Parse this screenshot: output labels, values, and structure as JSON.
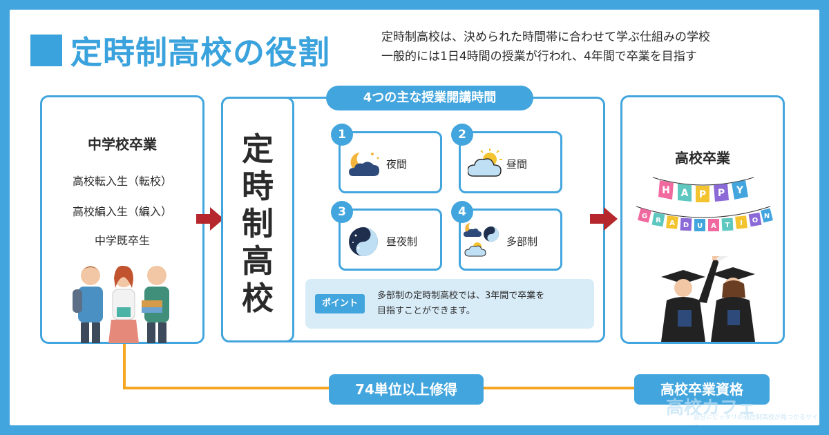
{
  "title": "定時制高校の役割",
  "subtitle_lines": [
    "定時制高校は、決められた時間帯に合わせて学ぶ仕組みの学校",
    "一般的には1日4時間の授業が行われ、4年間で卒業を目指す"
  ],
  "left": {
    "heading": "中学校卒業",
    "items": [
      "高校転入生（転校）",
      "高校編入生（編入）",
      "中学既卒生"
    ]
  },
  "middle": {
    "vertical_label": [
      "定",
      "時",
      "制",
      "高",
      "校"
    ],
    "header": "4つの主な授業開講時間",
    "periods": [
      {
        "num": "1",
        "label": "夜間",
        "icon": "night-icon"
      },
      {
        "num": "2",
        "label": "昼間",
        "icon": "day-icon"
      },
      {
        "num": "3",
        "label": "昼夜制",
        "icon": "day-night-icon"
      },
      {
        "num": "4",
        "label": "多部制",
        "icon": "multi-part-icon"
      }
    ],
    "point_badge": "ポイント",
    "point_lines": [
      "多部制の定時制高校では、3年間で卒業を",
      "目指すことができます。"
    ]
  },
  "right": {
    "heading": "高校卒業",
    "banner_letters_top": [
      "H",
      "A",
      "P",
      "P",
      "Y"
    ],
    "banner_letters_bottom": [
      "G",
      "R",
      "A",
      "D",
      "U",
      "A",
      "T",
      "I",
      "O",
      "N"
    ]
  },
  "bottom": {
    "credits": "74単位以上修得",
    "qualification": "高校卒業資格"
  },
  "watermark": {
    "text": "高校カフェ",
    "tagline": "自分にピッタリの通信制高校が見つかるサイト"
  },
  "colors": {
    "brand": "#42a5dd",
    "arrow": "#b5272d",
    "orange": "#f5a623"
  }
}
